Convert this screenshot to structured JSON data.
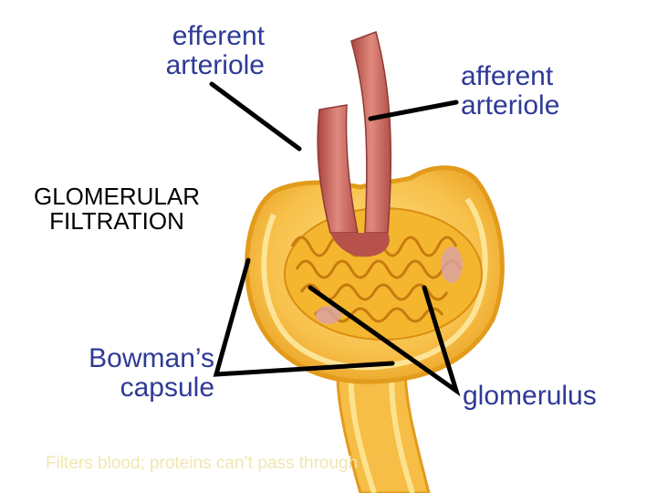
{
  "labels": {
    "efferent_arteriole": [
      "efferent",
      "arteriole"
    ],
    "afferent_arteriole": [
      "afferent",
      "arteriole"
    ],
    "glomerular_filtration": [
      "GLOMERULAR",
      "FILTRATION"
    ],
    "bowmans_capsule": [
      "Bowman’s",
      "capsule"
    ],
    "glomerulus": "glomerulus"
  },
  "note": "Filters blood; proteins can’t pass through",
  "colors": {
    "label_text": "#2e3a96",
    "pointer_line": "#000000",
    "capsule_fill": "#f7c04a",
    "capsule_edge": "#e39b1c",
    "vessel": "#c9655f",
    "capillary": "#f2b224",
    "note_text": "#f0e7b0"
  }
}
